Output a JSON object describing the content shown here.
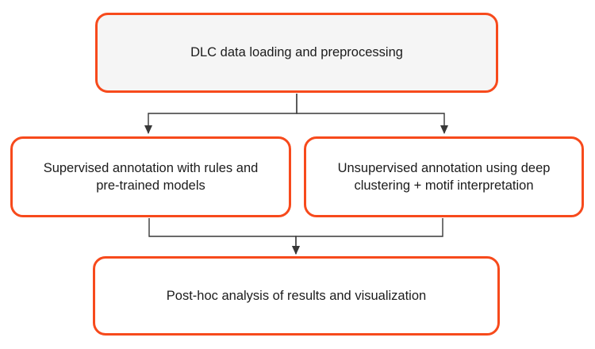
{
  "diagram": {
    "title": "DLC behavior-annotation pipeline flowchart",
    "nodes": [
      {
        "id": "preprocess",
        "label": "DLC data loading and preprocessing"
      },
      {
        "id": "supervised",
        "label": "Supervised annotation with rules and\npre-trained models"
      },
      {
        "id": "unsupervised",
        "label": "Unsupervised annotation using deep\nclustering + motif interpretation"
      },
      {
        "id": "posthoc",
        "label": "Post-hoc analysis of results and visualization"
      }
    ],
    "edges": [
      {
        "from": "preprocess",
        "to": "supervised"
      },
      {
        "from": "preprocess",
        "to": "unsupervised"
      },
      {
        "from": "supervised",
        "to": "posthoc"
      },
      {
        "from": "unsupervised",
        "to": "posthoc"
      }
    ]
  },
  "colors": {
    "node_border": "#f74a1c",
    "node_fill_top": "#f5f5f5",
    "node_fill_default": "#ffffff",
    "connector": "#383838",
    "text": "#1c1c1c",
    "background": "#ffffff"
  }
}
